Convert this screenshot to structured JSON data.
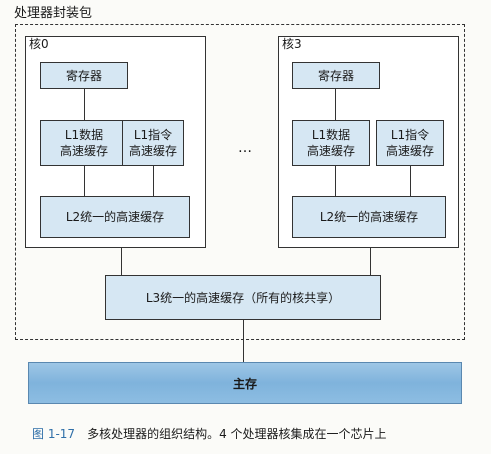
{
  "package": {
    "label": "处理器封装包"
  },
  "cores": [
    {
      "label": "核0",
      "registers": "寄存器",
      "l1_data": [
        "L1数据",
        "高速缓存"
      ],
      "l1_instr": [
        "L1指令",
        "高速缓存"
      ],
      "l2": "L2统一的高速缓存"
    },
    {
      "label": "核3",
      "registers": "寄存器",
      "l1_data": [
        "L1数据",
        "高速缓存"
      ],
      "l1_instr": [
        "L1指令",
        "高速缓存"
      ],
      "l2": "L2统一的高速缓存"
    }
  ],
  "ellipsis": "…",
  "l3": "L3统一的高速缓存（所有的核共享）",
  "main_memory": "主存",
  "caption": {
    "figure_number": "图 1-17",
    "text": "多核处理器的组织结构。4 个处理器核集成在一个芯片上"
  },
  "colors": {
    "cache_fill": "#d6e7f3",
    "memory_fill": "#8dbde2",
    "caption_number": "#2f6fa8"
  }
}
